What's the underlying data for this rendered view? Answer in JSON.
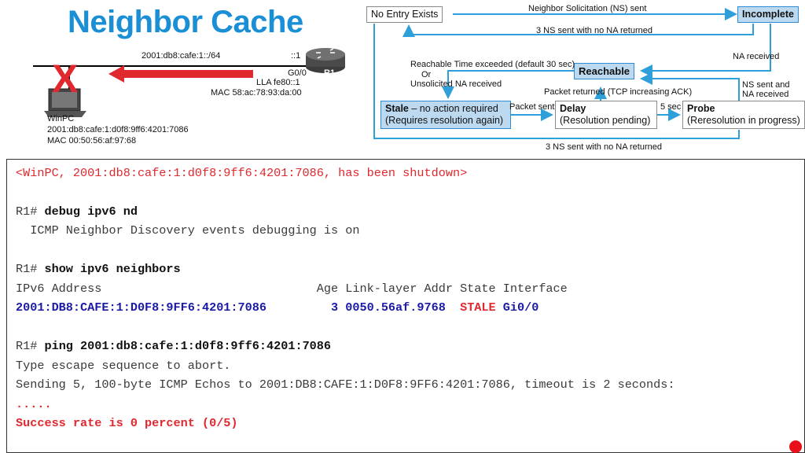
{
  "title": "Neighbor Cache",
  "topology": {
    "network": "2001:db8:cafe:1::/64",
    "r1_addr": "::1",
    "r1_iface": "G0/0",
    "r1_lla": "LLA fe80::1",
    "r1_mac": "MAC 58:ac:78:93:da:00",
    "r1_name": "R1",
    "pc_name": "WinPC",
    "pc_addr": "2001:db8:cafe:1:d0f8:9ff6:4201:7086",
    "pc_mac": "MAC  00:50:56:af:97:68",
    "x_mark": "X"
  },
  "state_diagram": {
    "no_entry": "No Entry Exists",
    "incomplete": "Incomplete",
    "reachable": "Reachable",
    "stale_title": "Stale",
    "stale_rest": " – no action required",
    "stale_sub": "(Requires resolution again)",
    "delay_title": "Delay",
    "delay_sub": "(Resolution pending)",
    "probe_title": "Probe",
    "probe_sub": "(Reresolution in progress)",
    "ns_sent": "Neighbor Solicitation (NS) sent",
    "three_ns": "3 NS sent with no NA returned",
    "na_received": "NA received",
    "reach_exceeded": "Reachable Time exceeded (default 30 sec)",
    "or": "Or",
    "unsolicited": "Unsolicited NA received",
    "packet_returned": "Packet returned (TCP increasing ACK)",
    "ns_sent_and": "NS sent and",
    "na_received2": "NA received",
    "packet_sent": "Packet sent",
    "five_sec": "5 sec",
    "three_ns_bottom": "3 NS sent with no NA returned"
  },
  "terminal": {
    "l1": "<WinPC, 2001:db8:cafe:1:d0f8:9ff6:4201:7086, has been shutdown>",
    "prompt": "R1# ",
    "cmd1": "debug ipv6 nd",
    "l3": "  ICMP Neighbor Discovery events debugging is on",
    "cmd2": "show ipv6 neighbors",
    "header": "IPv6 Address                              Age Link-layer Addr State Interface",
    "row_addr": "2001:DB8:CAFE:1:D0F8:9FF6:4201:7086         3 0050.56af.9768  ",
    "row_state": "STALE",
    "row_iface": " Gi0/0",
    "cmd3": "ping 2001:db8:cafe:1:d0f8:9ff6:4201:7086",
    "l8": "Type escape sequence to abort.",
    "l9": "Sending 5, 100-byte ICMP Echos to 2001:DB8:CAFE:1:D0F8:9FF6:4201:7086, timeout is 2 seconds:",
    "l10": ".....",
    "l11": "Success rate is 0 percent (0/5)"
  },
  "colors": {
    "title": "#1a8fd6",
    "arrow_red": "#e0282f",
    "diagram_line": "#2e9fd9",
    "reachable_fill": "#bcd9f0"
  }
}
